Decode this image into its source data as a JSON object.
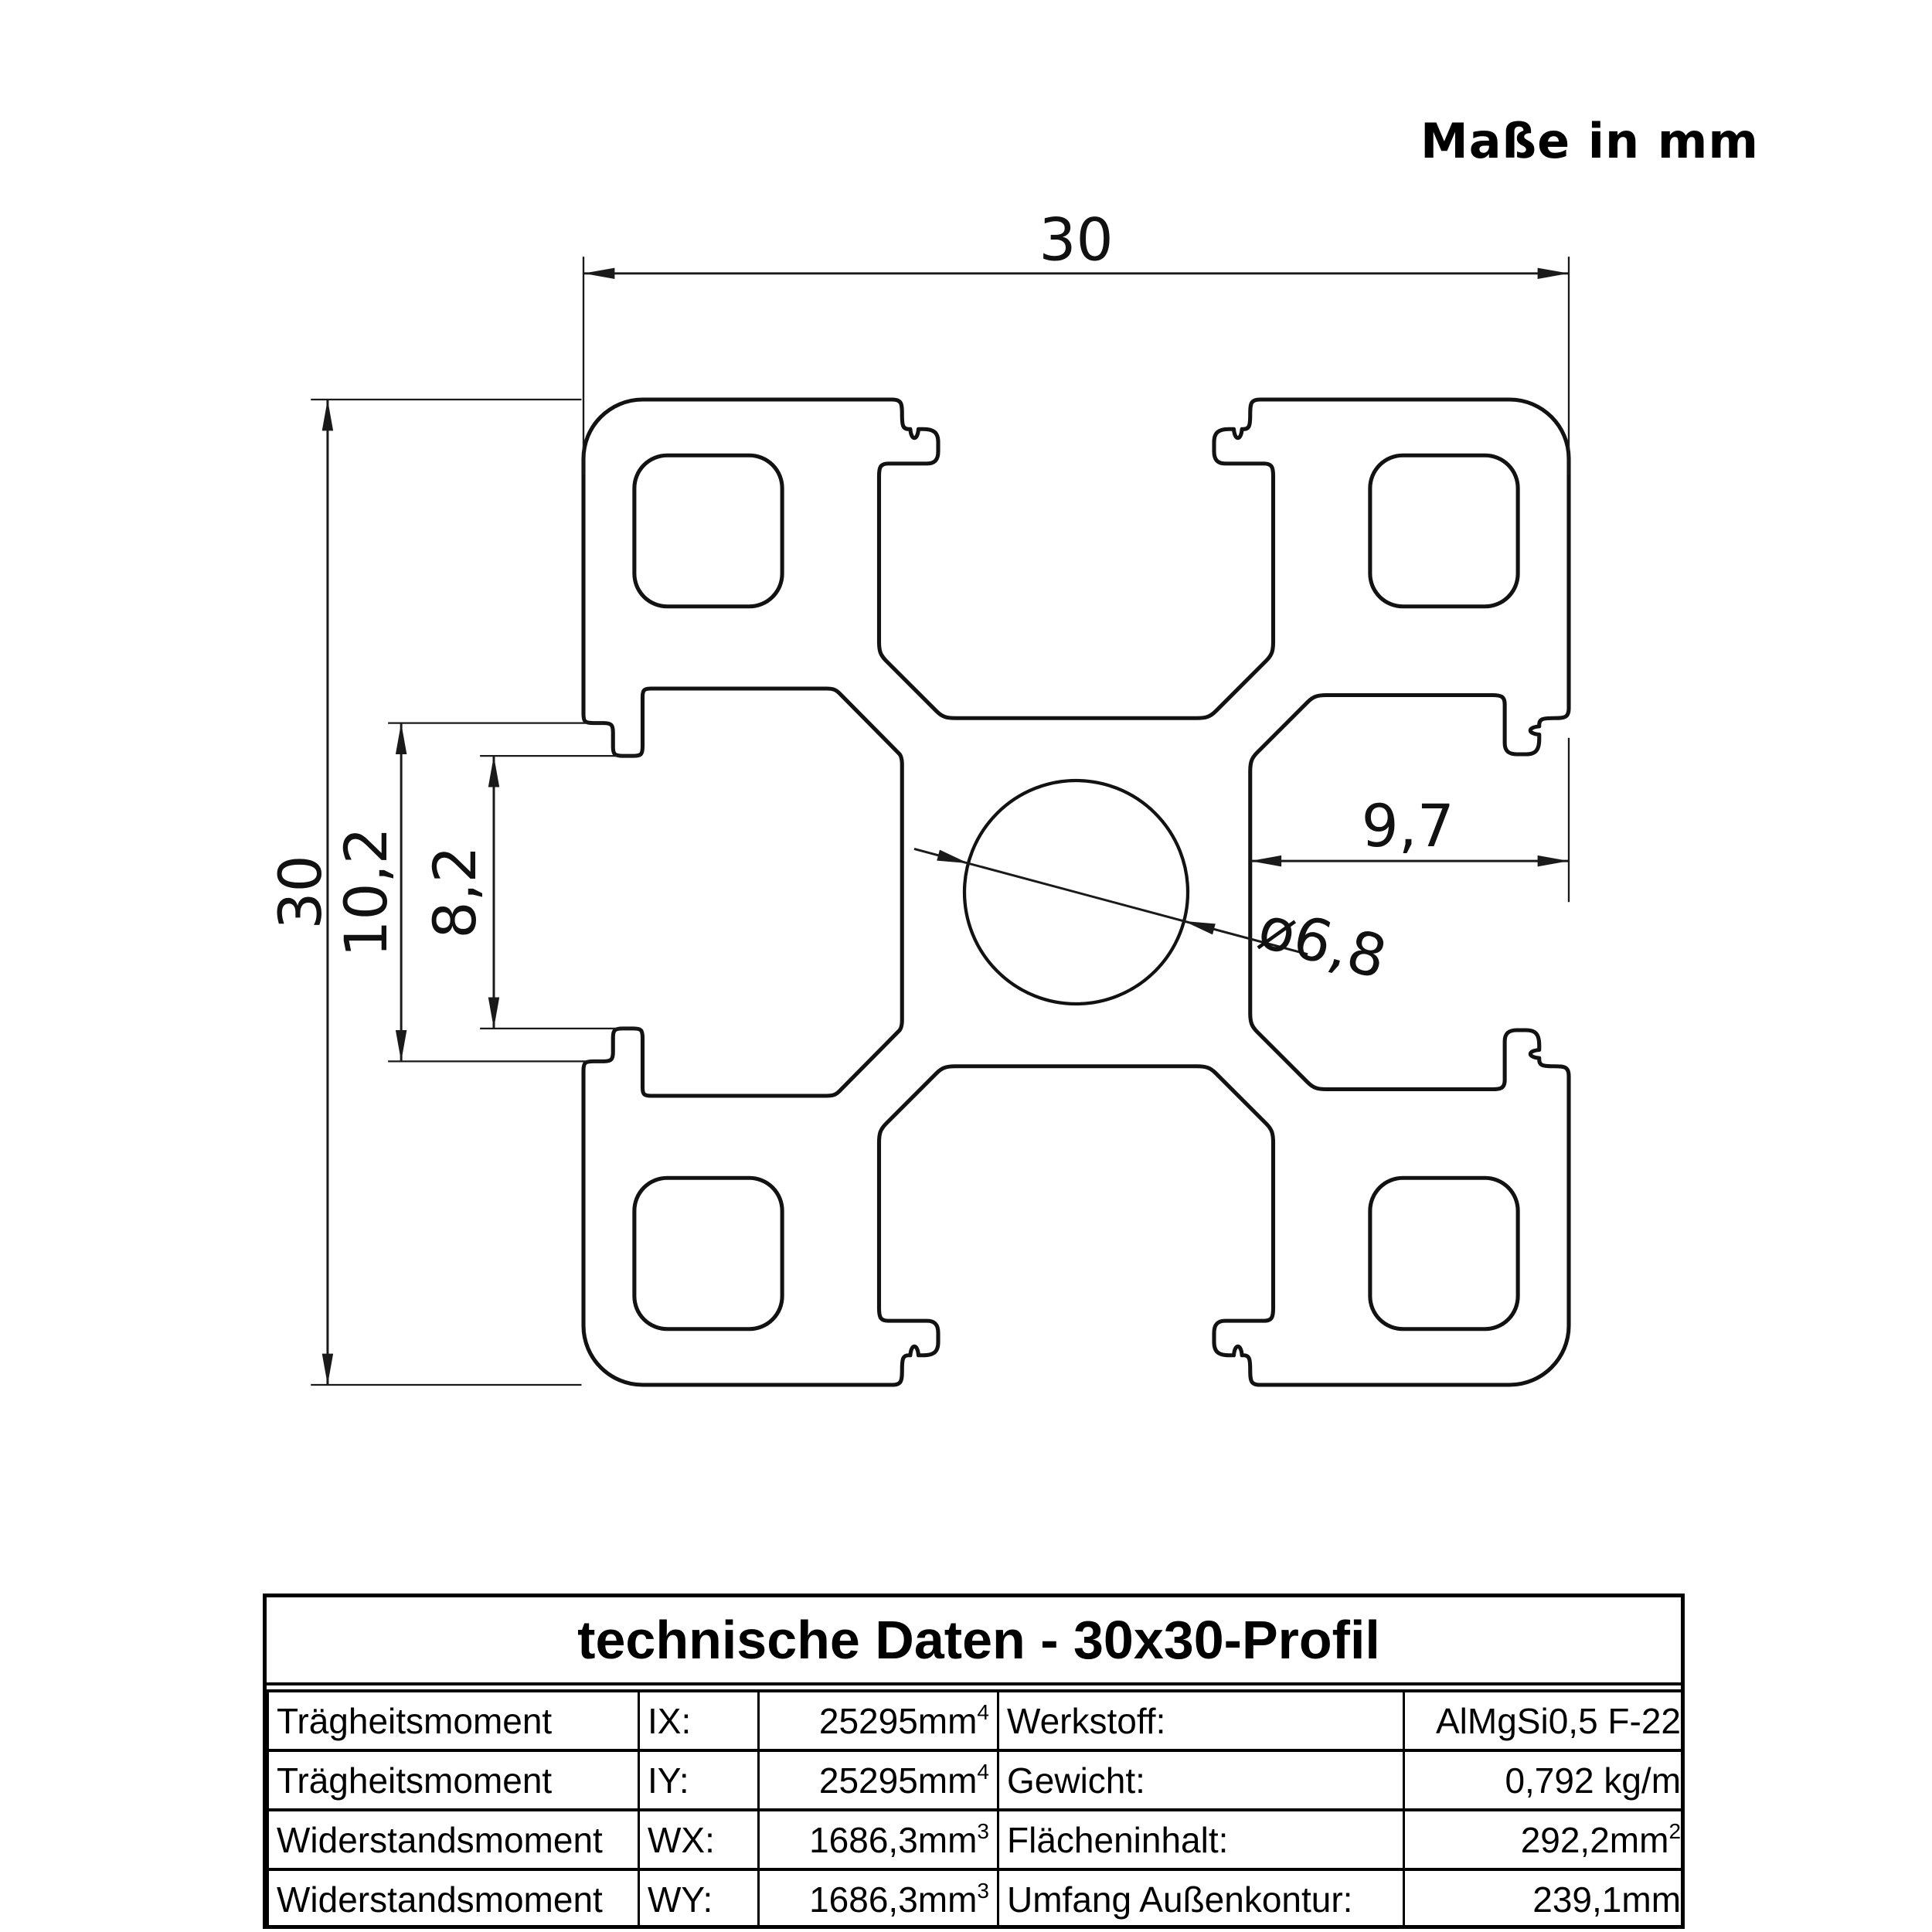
{
  "note": "Maße in mm",
  "drawing": {
    "dim_width": "30",
    "dim_height": "30",
    "dim_slot_outer": "10,2",
    "dim_slot_inner": "8,2",
    "dim_side": "9,7",
    "dim_bore": "ø6,8"
  },
  "table": {
    "title": "technische Daten - 30x30-Profil",
    "rows": [
      {
        "c1": "Trägheitsmoment",
        "c2": "IX:",
        "c3": "25295mm",
        "c3exp": "4",
        "c4": "Werkstoff:",
        "c5": "AlMgSi0,5 F-22",
        "c5exp": ""
      },
      {
        "c1": "Trägheitsmoment",
        "c2": "IY:",
        "c3": "25295mm",
        "c3exp": "4",
        "c4": "Gewicht:",
        "c5": "0,792 kg/m",
        "c5exp": ""
      },
      {
        "c1": "Widerstandsmoment",
        "c2": "WX:",
        "c3": "1686,3mm",
        "c3exp": "3",
        "c4": "Flächeninhalt:",
        "c5": "292,2mm",
        "c5exp": "2"
      },
      {
        "c1": "Widerstandsmoment",
        "c2": "WY:",
        "c3": "1686,3mm",
        "c3exp": "3",
        "c4": "Umfang Außenkontur:",
        "c5": "239,1mm",
        "c5exp": ""
      }
    ]
  }
}
